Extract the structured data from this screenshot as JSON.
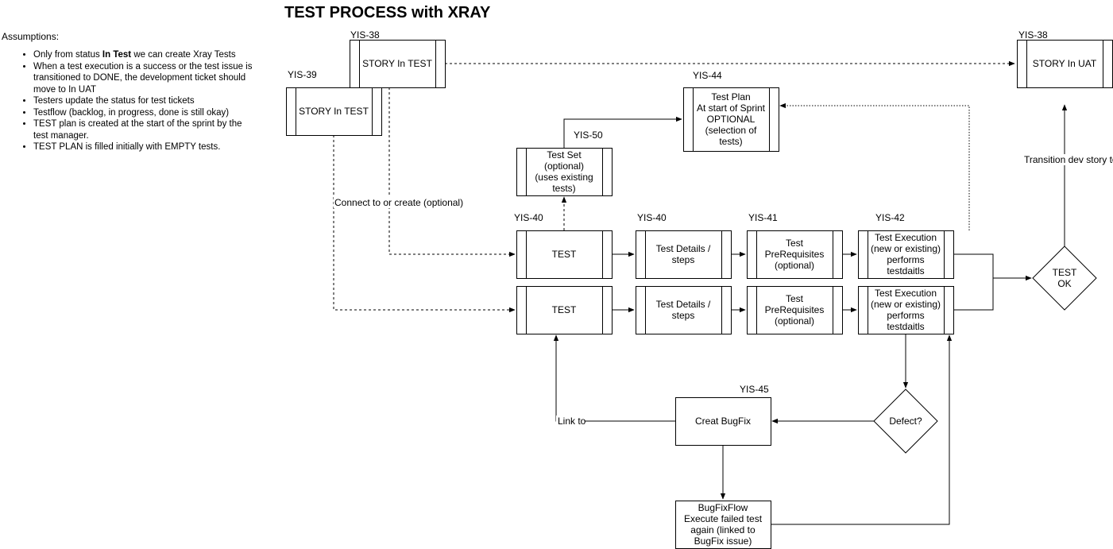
{
  "title": "TEST PROCESS with XRAY",
  "assumptions": {
    "heading": "Assumptions:",
    "items": [
      {
        "before": "Only from status ",
        "bold": "In Test",
        "after": " we can create Xray Tests"
      },
      {
        "before": "When a test execution is a success or the test issue is transitioned to DONE, the development ticket should move to In UAT",
        "bold": "",
        "after": ""
      },
      {
        "before": "Testers update the status for test tickets",
        "bold": "",
        "after": ""
      },
      {
        "before": "Testflow (backlog, in progress, done is still okay)",
        "bold": "",
        "after": ""
      },
      {
        "before": "TEST plan is created at the start of the sprint by the test manager.",
        "bold": "",
        "after": ""
      },
      {
        "before": "TEST PLAN is filled initially with EMPTY tests.",
        "bold": "",
        "after": ""
      }
    ]
  },
  "nodes": {
    "story_test_main": {
      "id": "YIS-38",
      "lines": [
        "STORY In TEST"
      ]
    },
    "story_test_sub": {
      "id": "YIS-39",
      "lines": [
        "STORY In TEST"
      ]
    },
    "story_uat": {
      "id": "YIS-38",
      "lines": [
        "STORY In UAT"
      ]
    },
    "test_plan": {
      "id": "YIS-44",
      "lines": [
        "Test Plan",
        "At start of Sprint",
        "OPTIONAL",
        "(selection of",
        "tests)"
      ]
    },
    "test_set": {
      "id": "YIS-50",
      "lines": [
        "Test Set",
        "(optional)",
        "(uses existing",
        "tests)"
      ]
    },
    "test_1": {
      "id": "YIS-40",
      "lines": [
        "TEST"
      ]
    },
    "details_1": {
      "id": "YIS-40",
      "lines": [
        "Test Details /",
        "steps"
      ]
    },
    "prereq_1": {
      "id": "YIS-41",
      "lines": [
        "Test",
        "PreRequisites",
        "(optional)"
      ]
    },
    "exec_1": {
      "id": "YIS-42",
      "lines": [
        "Test Execution",
        "(new or existing)",
        "performs",
        "testdaitls"
      ]
    },
    "test_2": {
      "id": "",
      "lines": [
        "TEST"
      ]
    },
    "details_2": {
      "id": "",
      "lines": [
        "Test Details /",
        "steps"
      ]
    },
    "prereq_2": {
      "id": "",
      "lines": [
        "Test",
        "PreRequisites",
        "(optional)"
      ]
    },
    "exec_2": {
      "id": "",
      "lines": [
        "Test Execution",
        "(new or existing)",
        "performs",
        "testdaitls"
      ]
    },
    "test_ok": {
      "id": "",
      "lines": [
        "TEST",
        "OK"
      ]
    },
    "defect": {
      "id": "",
      "lines": [
        "Defect?"
      ]
    },
    "bugfix": {
      "id": "YIS-45",
      "lines": [
        "Creat BugFix"
      ]
    },
    "bugfix_flow": {
      "id": "",
      "lines": [
        "BugFixFlow",
        "Execute failed test",
        "again (linked to",
        "BugFix issue)"
      ]
    }
  },
  "edge_labels": {
    "connect": "Connect to or create (optional)",
    "transition": "Transition dev story to",
    "link_to": "Link to"
  }
}
